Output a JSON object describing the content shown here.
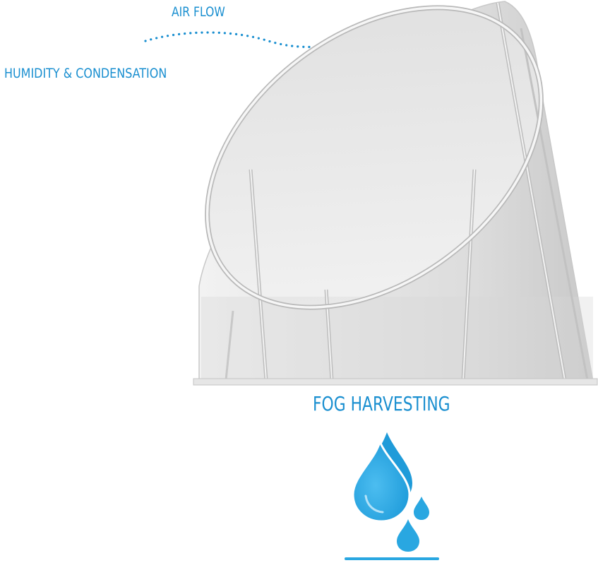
{
  "labels": {
    "air_flow": "AIR FLOW",
    "humidity": "HUMIDITY & CONDENSATION",
    "fog_harvesting": "FOG HARVESTING"
  },
  "icons": {
    "airflow_arrow": "dotted-arrow-icon",
    "water_drops": "water-drops-icon"
  },
  "colors": {
    "accent_blue": "#1a8fd0",
    "drop_blue": "#29a7e1",
    "frame_gray": "#d9d9d9",
    "mesh_gray": "#e4e4e4"
  }
}
